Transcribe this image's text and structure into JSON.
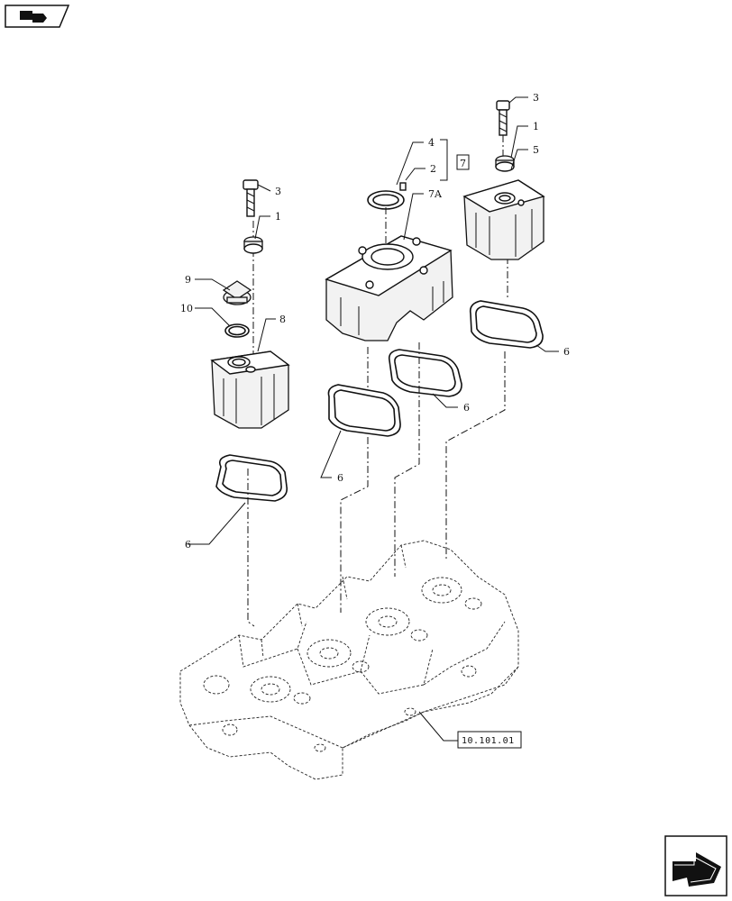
{
  "labels": {
    "screw_left": "3",
    "washer_left": "1",
    "cap": "9",
    "oring": "10",
    "cover_left": "8",
    "gasket_left": "6",
    "gasket_center_left": "6",
    "ring_seal": "4",
    "small_screw": "2",
    "cover_center": "7A",
    "kit_ref": "7",
    "gasket_center_right": "6",
    "screw_right": "3",
    "washer_right": "1",
    "grommet_right": "5",
    "gasket_right": "6"
  },
  "reference": {
    "cylinder_head": "10.101.01"
  },
  "icons": {
    "top_left": "page-tab-icon",
    "bottom_right": "next-page-arrow-icon"
  }
}
